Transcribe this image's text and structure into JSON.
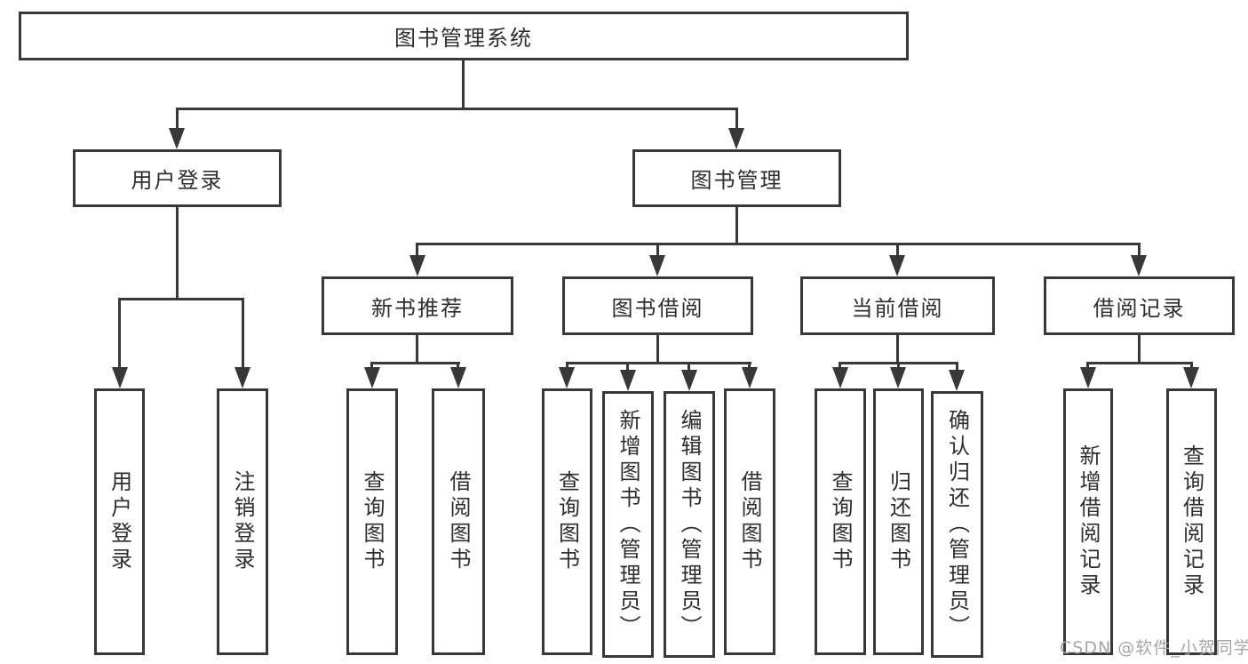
{
  "colors": {
    "line": "#383838",
    "text": "#2e2e2e"
  },
  "watermark": {
    "text": "CSDN @软件_小贺同学",
    "color": "#a6a6a6"
  },
  "tree": {
    "root": {
      "label": "图书管理系统",
      "children": [
        {
          "label": "用户登录",
          "children": [
            {
              "label": "用户登录"
            },
            {
              "label": "注销登录"
            }
          ]
        },
        {
          "label": "图书管理",
          "children": [
            {
              "label": "新书推荐",
              "children": [
                {
                  "label": "查询图书"
                },
                {
                  "label": "借阅图书"
                }
              ]
            },
            {
              "label": "图书借阅",
              "children": [
                {
                  "label": "查询图书"
                },
                {
                  "label": "新增图书（管理员）"
                },
                {
                  "label": "编辑图书（管理员）"
                },
                {
                  "label": "借阅图书"
                }
              ]
            },
            {
              "label": "当前借阅",
              "children": [
                {
                  "label": "查询图书"
                },
                {
                  "label": "归还图书"
                },
                {
                  "label": "确认归还（管理员）"
                }
              ]
            },
            {
              "label": "借阅记录",
              "children": [
                {
                  "label": "新增借阅记录"
                },
                {
                  "label": "查询借阅记录"
                }
              ]
            }
          ]
        }
      ]
    }
  }
}
